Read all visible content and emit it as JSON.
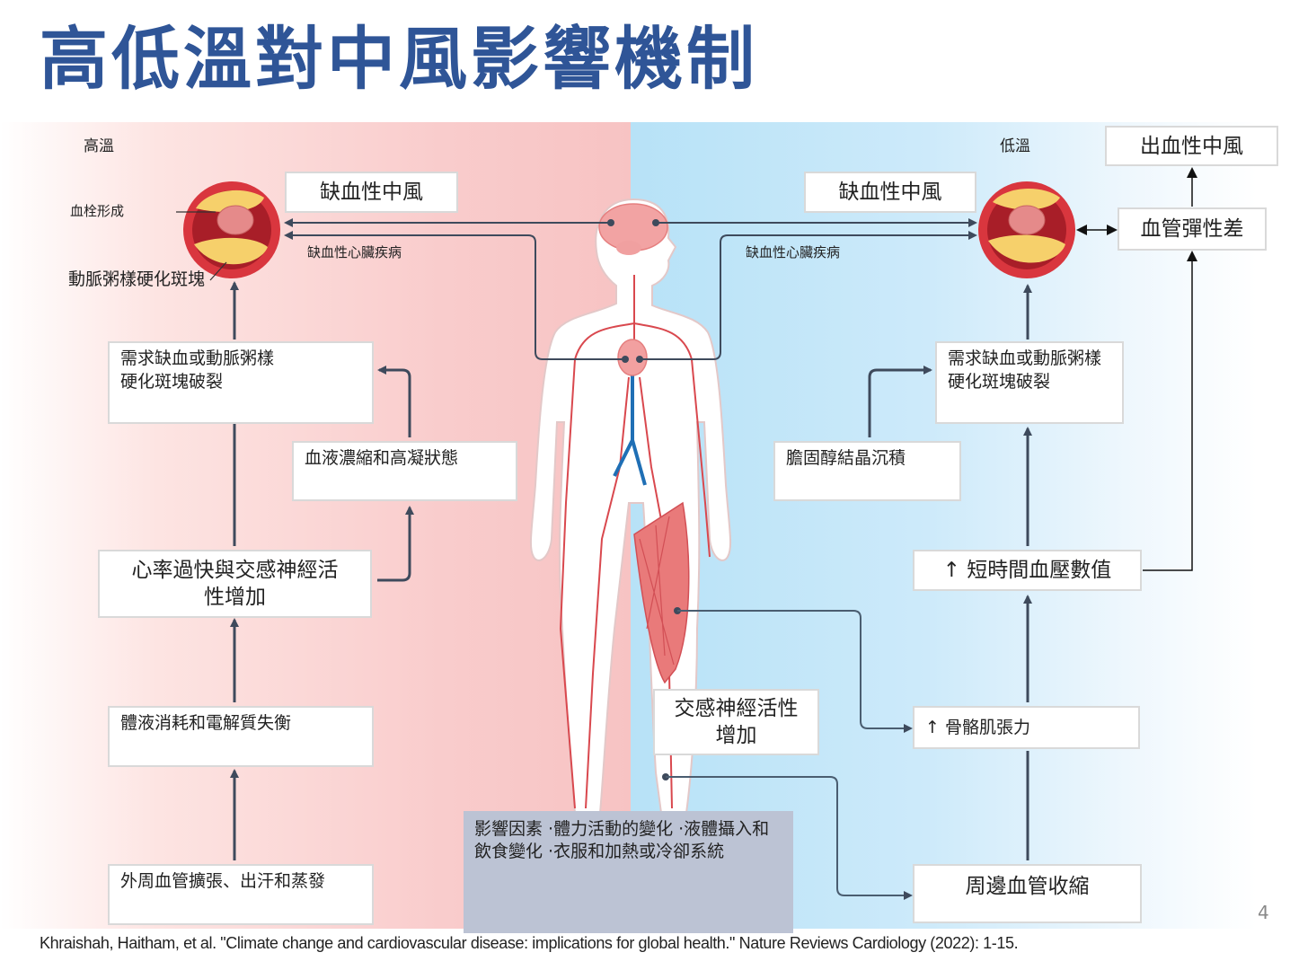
{
  "title": "高低溫對中風影響機制",
  "hot_side": {
    "heading": "高溫",
    "artery_labels": {
      "thrombus": "血栓形成",
      "plaque": "動脈粥樣硬化斑塊"
    },
    "stroke_box": "缺血性中風",
    "heart_disease_label": "缺血性心臟疾病",
    "boxes": {
      "demand_ischemia": "需求缺血或動脈粥樣硬化斑塊破裂",
      "hemoconcentration": "血液濃縮和高凝狀態",
      "tachycardia": "心率過快與交感神經活性增加",
      "fluid_loss": "體液消耗和電解質失衡",
      "vasodilation": "外周血管擴張、出汗和蒸發"
    }
  },
  "cold_side": {
    "heading": "低溫",
    "stroke_box": "缺血性中風",
    "heart_disease_label": "缺血性心臟疾病",
    "boxes": {
      "hemorrhagic_stroke": "出血性中風",
      "vascular_elasticity": "血管彈性差",
      "demand_ischemia": "需求缺血或動脈粥樣硬化斑塊破裂",
      "cholesterol": "膽固醇結晶沉積",
      "blood_pressure": "↑ 短時間血壓數值",
      "sympathetic": "交感神經活性增加",
      "muscle_tone": "↑ 骨骼肌張力",
      "vasoconstriction": "周邊血管收縮"
    }
  },
  "factors": "影響因素 ·體力活動的變化 ·液體攝入和飲食變化 ·衣服和加熱或冷卻系統",
  "citation": "Khraishah, Haitham, et al. \"Climate change and cardiovascular disease: implications for global health.\" Nature Reviews Cardiology (2022): 1-15.",
  "page_number": "4",
  "colors": {
    "title": "#2f5597",
    "hot_bg": "#f7c3c3",
    "cold_bg": "#b7e2f7",
    "arrow": "#3e4a5c",
    "artery_red": "#d9363e",
    "plaque_yellow": "#f6d06b",
    "factors_bg": "#bcc3d4"
  }
}
